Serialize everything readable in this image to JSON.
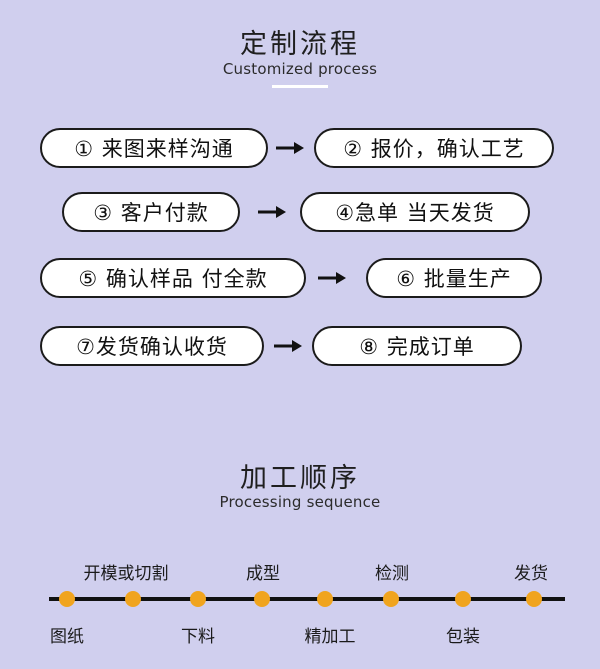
{
  "customize": {
    "title": "定制流程",
    "subtitle": "Customized process"
  },
  "steps": [
    "① 来图来样沟通",
    "② 报价，确认工艺",
    "③ 客户付款",
    "④急单 当天发货",
    "⑤ 确认样品 付全款",
    "⑥ 批量生产",
    "⑦发货确认收货",
    "⑧ 完成订单"
  ],
  "processing": {
    "title": "加工顺序",
    "subtitle": "Processing sequence"
  },
  "timeline": {
    "top_labels": [
      "开模或切割",
      "成型",
      "检测",
      "发货"
    ],
    "bottom_labels": [
      "图纸",
      "下料",
      "精加工",
      "包装"
    ]
  },
  "colors": {
    "background": "#d0cfee",
    "dot": "#f0a41e",
    "line": "#111111"
  }
}
